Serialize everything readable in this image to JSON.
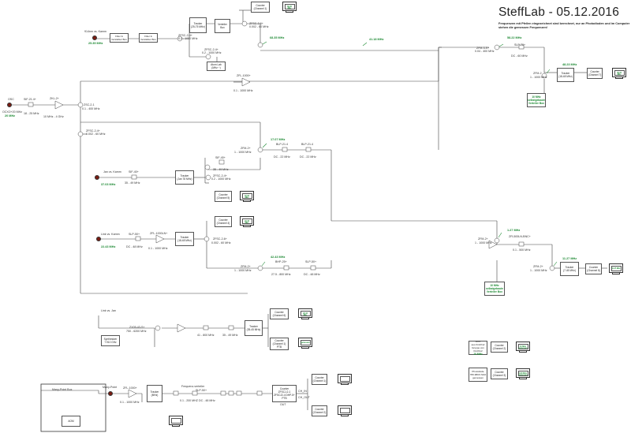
{
  "header": {
    "title": "SteffLab - 05.12.2016",
    "subtitle": "Frequenzen mit Pfeilen eingezeichnet sind berechnet, nur an Photodioden und im Computer stehen die gemessen Frequenzen!"
  },
  "components": {
    "ocxo": "OSC",
    "ocxo_label": "OCXO+20 MHz",
    "ocxo_freq": "20 MHz",
    "sif21": "SIF-21.4+",
    "sif21_range": "18 - 25 MHz",
    "zkl2": "ZKL-2+",
    "zkl2_range": "10 MHz - 4 GHz",
    "zsc21": "ZSC-2-1",
    "zsc21_range": "0.1 - 400 MHz",
    "filter1": "Filter & Verstärker Box",
    "filter2": "Filter & Verstärker Box",
    "laser_914": "914nm vs. Kamm",
    "laser_914_freq": "25.35 MHz",
    "zfsc24_a": "ZFSC-2-4+",
    "zfsc24_a_range": "0.2 - 1000 MHz",
    "zfsc24_b": "ZFSC-2-6+",
    "zfsc24_b_range": "0.002 - 60 MHz",
    "zfsc24_c": "ZFSC-2-4+",
    "zfsc24_c_range": "0.2 - 1000 MHz",
    "tracker_top": "Tracker",
    "tracker_top_sub": "(25-75 MHz)",
    "verteiler_box": "Verteiler Box",
    "atom_lab": "Atom Lab",
    "atom_lab_sub": "(MHz ~)",
    "counter_ch1_top": "Counter",
    "counter_ch1_top_sub": "(Channel 1)",
    "mon_top": "68.35 MHz",
    "freq_top_mix": "68.35 MHz",
    "freq_41": "41.18 MHz",
    "zfl1000": "ZFL-1000+",
    "zfl1000_range": "0.1 - 1000 MHz",
    "zfsc24_mid": "ZFSC-2-4+",
    "zfsc24_mid_range": "0.002 - 60 MHz",
    "zfm2_1": "ZFM-2+",
    "zfm2_1_range": "1 - 1000 MHz",
    "freq_17": "17.07 MHz",
    "blp21_a": "BLP-21.4",
    "blp21_a_range": "DC - 22 MHz",
    "blp21_b": "BLP-21.4",
    "blp21_b_range": "DC - 22 MHz",
    "sif40": "SIF-40+",
    "sif40_range": "35 - 49 MHz",
    "zfsc24_d": "ZFSC-2-4+",
    "zfsc24_d_range": "0.2 - 1000 MHz",
    "jan_kamm": "Jan vs. Kamm",
    "jan_freq": "37.03 MHz",
    "sif40_b": "SIF-40+",
    "sif40_b_range": "35 - 49 MHz",
    "tracker_jan": "Tracker",
    "tracker_jan_sub": "(Jan 78 MHz)",
    "counter_ch5": "Counter",
    "counter_ch5_sub": "(Channel 5)",
    "mon_ch5": "37.03 MHz",
    "counter_ch4": "Counter",
    "counter_ch4_sub": "(Channel 4)",
    "mon_ch4": "22.43 MHz",
    "link_kamm": "Link vs. Kamm",
    "link_freq": "22.43 MHz",
    "slp50": "SLP-50+",
    "slp50_range": "DC - 48 MHz",
    "zfl1000ln": "ZFL-1000LN+",
    "zfl1000ln_range": "0.1 - 1000 MHz",
    "tracker_link": "Tracker",
    "tracker_link_sub": "(18-48 MHz)",
    "zfsc24_e": "ZFSC-2-6+",
    "zfsc24_e_range": "0.002 - 60 MHz",
    "zfm2_2": "ZFM-2+",
    "zfm2_2_range": "1 - 1000 MHz",
    "freq_42": "42.43 MHz",
    "bhp25": "BHP-25+",
    "bhp25_range": "27.5 - 800 MHz",
    "slp50_b": "SLP-50+",
    "slp50_b_range": "DC - 48 MHz",
    "zfm3s": "ZFM-3-S+",
    "zfm3s_range": "0.04 - 400 MHz",
    "freq_58": "58.22 MHz",
    "slp70": "SLP-70+",
    "slp70_range": "DC - 60 MHz",
    "zfm2_r1": "ZFM-2",
    "zfm2_r1_range": "1 - 1000 MHz",
    "freq_48": "48.23 MHz",
    "tracker_r1": "Tracker",
    "tracker_r1_sub": "(18-48 MHz)",
    "counter_r1": "Counter",
    "counter_r1_sub": "(Channel 7)",
    "mon_r1": "48.23 MHz",
    "verteiler_r1": "10 MHz selbstgebaute Verteiler Box",
    "freq_1": "1.27 MHz",
    "zfm2_r2": "ZFM-2+",
    "zfm2_r2_range": "1 - 1000 MHz",
    "zfl500": "ZFL500LN-BNC+",
    "zfl500_range": "0.1 - 500 MHz",
    "freq_11": "11.27 MHz",
    "zfm2_r3": "ZFM-2+",
    "zfm2_r3_range": "1 - 1000 MHz",
    "tracker_r2": "Tracker",
    "tracker_r2_sub": "(7-45 MHz)",
    "counter_r2": "Counter",
    "counter_r2_sub": "(Channel 8)",
    "mon_r2": "11.27 MHz",
    "verteiler_r2": "10 MHz selbstgebaute Verteiler Box",
    "link_jan": "Link vs. Jan",
    "zx05": "ZX05-43-S+",
    "zx05_range": "750 - 6200 MHz",
    "synth": "Synthesizer",
    "synth_sub": "7.910 GHz",
    "bp41": "41 - 800 MHz",
    "bp35": "35 - 49 MHz",
    "tracker_lj": "Tracker",
    "tracker_lj_sub": "(35-45 MHz)",
    "counter_lj1": "Counter",
    "counter_lj1_sub": "(Channel 6)",
    "mon_lj1": "23.44 MHz",
    "counter_lj2": "Counter",
    "counter_lj2_sub": "(Channel 1)",
    "counter_lj2_pfb": "PTB",
    "mon_lj2": "gemessen",
    "many_point_box": "Many-Point Box",
    "aom": "AOM",
    "many_point": "Many-Point",
    "zfl1000_b": "ZFL-1000+",
    "zfl1000_b_range": "0.1 - 1000 MHz",
    "tracker_mp": "Tracker",
    "tracker_mp_sub": "(MHz)",
    "freq_verteiler": "Frequenz-verteiler",
    "freq_verteiler_range": "0.1 - 200 MHZ",
    "slp50_c": "SLP-50+",
    "slp50_c_range": "DC - 48 MHz",
    "counter_mp": "Counter",
    "counter_mp_sub": "ZFSCJ-2-1",
    "counter_mp_sub2": "ZFSCJ2-4 DHP-5+",
    "counter_mp_sub3": "PTB",
    "counter_mp_ch1": "Counter",
    "counter_mp_ch1_sub": "(Channel 1)",
    "counter_mp_ch2": "Counter",
    "counter_mp_ch2_sub": "(Channel 2)",
    "ch_in": "CH_IN",
    "ch_out": "CH_OUT",
    "out": "OUT",
    "legend_ch2": "Counter",
    "legend_ch2_sub": "(Channel 2)",
    "legend_box1": "OCX",
    "legend_box1_sub": "aus Kirchhof Gruppe von Kirchhof",
    "legend_box1_freq": "10 MHz",
    "legend_mon1": "10 MHz gemessen",
    "legend_ch3": "Counter",
    "legend_ch3_sub": "(Channel 3)",
    "legend_box2": "Photodiode",
    "legend_box2_sub": "780-980/1 MHz gemessen",
    "legend_mon2": "0.00 MHz gemessen"
  }
}
